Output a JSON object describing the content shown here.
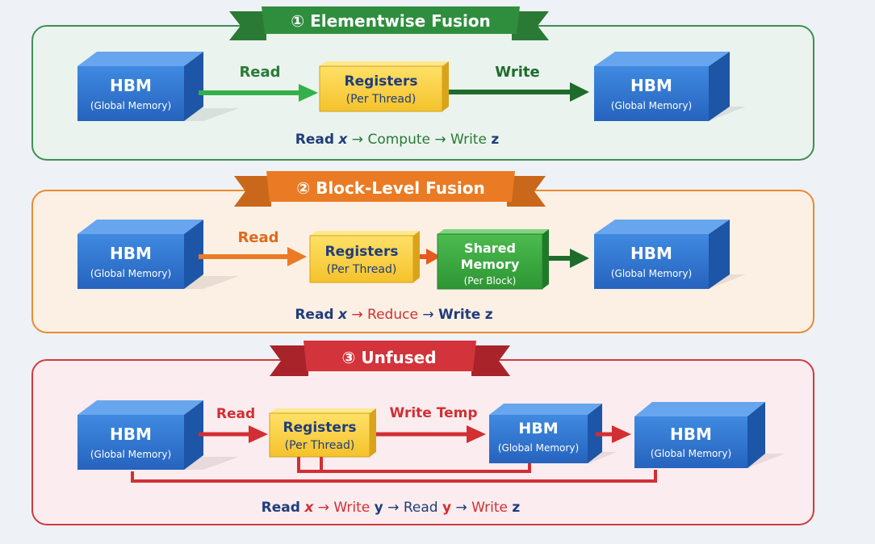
{
  "colors": {
    "green": "#2f8a3e",
    "green_dark": "#1e6b2c",
    "orange": "#e58324",
    "red": "#d12f33",
    "hbm_blue": "#2f74cf",
    "register_yellow": "#f8cf3c",
    "shared_green": "#39a93f",
    "navy": "#1f3d7a"
  },
  "sections": [
    {
      "id": "elementwise",
      "banner": "① Elementwise Fusion",
      "hbm_left": {
        "title": "HBM",
        "subtitle": "(Global Memory)"
      },
      "read_label": "Read",
      "registers": {
        "title": "Registers",
        "subtitle": "(Per Thread)"
      },
      "write_label": "Write",
      "hbm_right": {
        "title": "HBM",
        "subtitle": "(Global Memory)"
      },
      "flow": [
        "Read",
        "x",
        "→",
        "Compute",
        "→",
        "Write",
        "z"
      ]
    },
    {
      "id": "block-level",
      "banner": "② Block-Level Fusion",
      "hbm_left": {
        "title": "HBM",
        "subtitle": "(Global Memory)"
      },
      "read_label": "Read",
      "registers": {
        "title": "Registers",
        "subtitle": "(Per Thread)"
      },
      "shared": {
        "title_line1": "Shared",
        "title_line2": "Memory",
        "subtitle": "(Per Block)"
      },
      "hbm_right": {
        "title": "HBM",
        "subtitle": "(Global Memory)"
      },
      "flow": [
        "Read",
        "x",
        "→",
        "Reduce",
        "→",
        "Write",
        "z"
      ]
    },
    {
      "id": "unfused",
      "banner": "③ Unfused",
      "hbm_left": {
        "title": "HBM",
        "subtitle": "(Global Memory)"
      },
      "read_label": "Read",
      "registers": {
        "title": "Registers",
        "subtitle": "(Per Thread)"
      },
      "write_temp_label": "Write Temp",
      "hbm_mid": {
        "title": "HBM",
        "subtitle": "(Global Memory)"
      },
      "hbm_right": {
        "title": "HBM",
        "subtitle": "(Global Memory)"
      },
      "flow": [
        "Read",
        "x",
        "→",
        "Write",
        "y",
        "→",
        "Read",
        "y",
        "→",
        "Write",
        "z"
      ]
    }
  ]
}
